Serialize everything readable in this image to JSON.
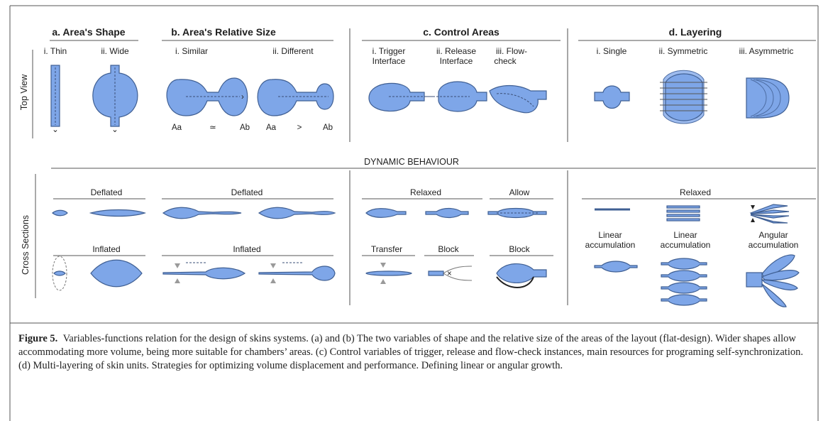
{
  "headings": {
    "a": "a. Area's Shape",
    "b": "b. Area's Relative Size",
    "c": "c. Control Areas",
    "d": "d. Layering"
  },
  "sub": {
    "a_thin": "i. Thin",
    "a_wide": "ii. Wide",
    "b_similar": "i. Similar",
    "b_different": "ii. Different",
    "c_trigger_1": "i. Trigger",
    "c_trigger_2": "Interface",
    "c_release_1": "ii. Release",
    "c_release_2": "Interface",
    "c_flow_1": "iii. Flow-",
    "c_flow_2": "check",
    "d_single": "i. Single",
    "d_symmetric": "ii. Symmetric",
    "d_asymmetric": "iii. Asymmetric"
  },
  "side": {
    "top_view": "Top View",
    "cross_sections": "Cross Sections"
  },
  "size_labels": {
    "aa": "Aa",
    "ab": "Ab",
    "approx": "≃",
    "gt": ">"
  },
  "dynamic": "DYNAMIC BEHAVIOUR",
  "cross": {
    "deflated_a": "Deflated",
    "deflated_b": "Deflated",
    "inflated_a": "Inflated",
    "inflated_b": "Inflated",
    "relaxed_c": "Relaxed",
    "allow": "Allow",
    "transfer": "Transfer",
    "block_1": "Block",
    "block_2": "Block",
    "relaxed_d": "Relaxed",
    "lin_acc_1a": "Linear",
    "lin_acc_1b": "accumulation",
    "lin_acc_2a": "Linear",
    "lin_acc_2b": "accumulation",
    "ang_acc_a": "Angular",
    "ang_acc_b": "accumulation"
  },
  "caption": {
    "label": "Figure 5.",
    "text": "Variables-functions relation for the design of skins systems. (a) and (b) The two variables of shape and the relative size of the areas of the layout (flat-design). Wider shapes allow accommodating more volume, being more suitable for chambers’ areas. (c) Control variables of trigger, release and flow-check instances, main resources for programing self-synchronization. (d) Multi-layering of skin units. Strategies for optimizing volume displacement and performance. Defining linear or angular growth."
  },
  "colors": {
    "fill": "#7ea6e8",
    "stroke": "#3f5f93",
    "separator": "#8a8a8a"
  }
}
